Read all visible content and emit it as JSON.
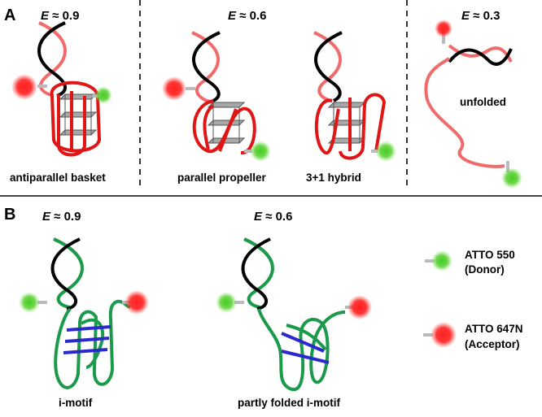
{
  "panel_a": {
    "label": "A",
    "structures": [
      {
        "fret": "E ≈ 0.9",
        "caption": "antiparallel basket"
      },
      {
        "fret": "E ≈ 0.6",
        "caption": "parallel propeller"
      },
      {
        "caption": "3+1 hybrid"
      },
      {
        "fret": "E ≈ 0.3",
        "caption": "unfolded"
      }
    ]
  },
  "panel_b": {
    "label": "B",
    "structures": [
      {
        "fret": "E ≈ 0.9",
        "caption": "i-motif"
      },
      {
        "fret": "E ≈ 0.6",
        "caption": "partly folded i-motif"
      }
    ]
  },
  "legend": {
    "donor": {
      "name": "ATTO 550",
      "role": "(Donor)",
      "color": "#55cc33"
    },
    "acceptor": {
      "name": "ATTO 647N",
      "role": "(Acceptor)",
      "color": "#ee1111"
    }
  },
  "colors": {
    "g4_strand": "#f06b6b",
    "g4_loop": "#e01515",
    "imotif_strand": "#1a9a4a",
    "imotif_pairs": "#2a2acc",
    "complement": "#000000",
    "quartet": "#a8a8a8"
  }
}
